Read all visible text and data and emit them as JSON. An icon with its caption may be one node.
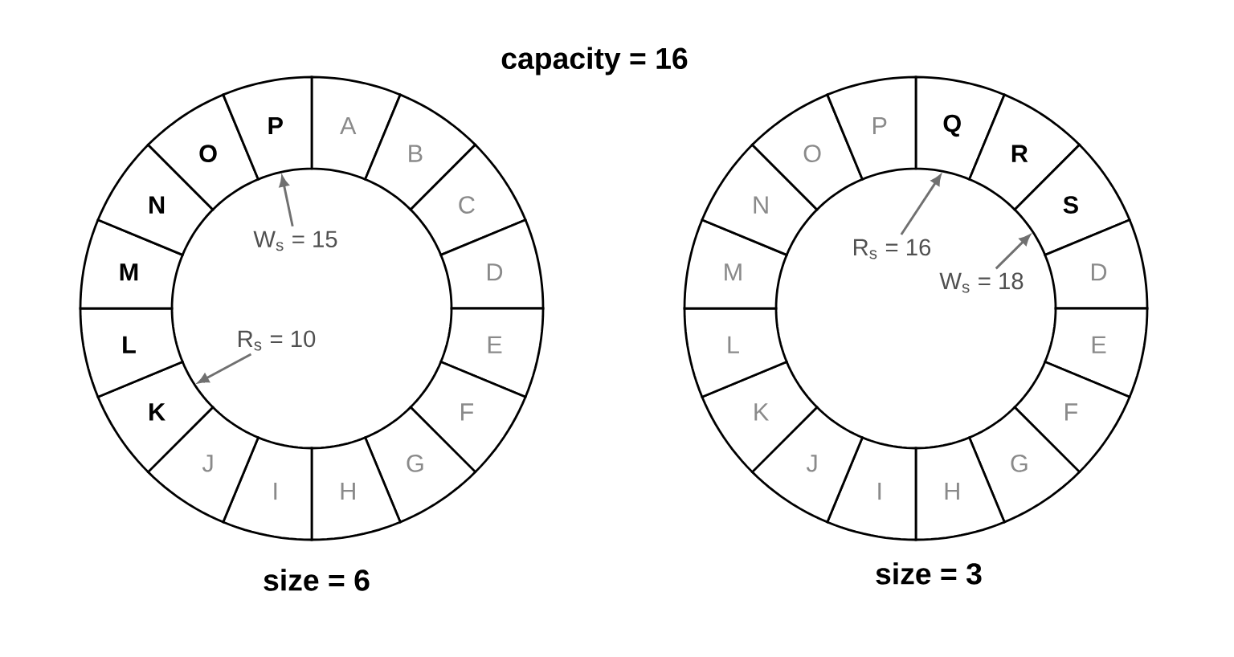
{
  "diagram": {
    "nodes": [
      {
        "text": [
          "A"
        ]
      },
      {
        "text": [
          "B"
        ]
      },
      {
        "text": [
          "C"
        ]
      },
      {
        "text": [
          "D"
        ]
      },
      {
        "text": [
          "E"
        ]
      },
      {
        "text": [
          "F"
        ]
      },
      {
        "text": [
          "G"
        ]
      },
      {
        "text": [
          "H"
        ]
      },
      {
        "text": [
          "I"
        ]
      },
      {
        "text": [
          "J"
        ]
      },
      {
        "text": [
          "K"
        ]
      },
      {
        "text": [
          "L"
        ]
      },
      {
        "text": [
          "M"
        ]
      },
      {
        "text": [
          "N"
        ]
      },
      {
        "text": [
          "O"
        ]
      },
      {
        "text": [
          "P"
        ]
      },
      {
        "text": [
          "W$_{s}$ = 15"
        ]
      },
      {
        "text": [
          "R$_{s}$ = 10"
        ]
      },
      {
        "text": [
          "Q"
        ]
      },
      {
        "text": [
          "R"
        ]
      },
      {
        "text": [
          "S"
        ]
      },
      {
        "text": [
          "D"
        ]
      },
      {
        "text": [
          "E"
        ]
      },
      {
        "text": [
          "F"
        ]
      },
      {
        "text": [
          "G"
        ]
      },
      {
        "text": [
          "H"
        ]
      },
      {
        "text": [
          "I"
        ]
      },
      {
        "text": [
          "J"
        ]
      },
      {
        "text": [
          "K"
        ]
      },
      {
        "text": [
          "L"
        ]
      },
      {
        "text": [
          "M"
        ]
      },
      {
        "text": [
          "N"
        ]
      },
      {
        "text": [
          "O"
        ]
      },
      {
        "text": [
          "P"
        ]
      },
      {
        "text": [
          "R$_{s}$ = 16"
        ]
      },
      {
        "text": [
          "W$_{s}$ = 18"
        ]
      }
    ],
    "edges": [
      {
        "from": 16,
        "to": 15,
        "arrow": "to"
      },
      {
        "from": 17,
        "to": 10,
        "arrow": "to"
      },
      {
        "from": 34,
        "to": 18,
        "arrow": "to"
      },
      {
        "from": 35,
        "to": 20,
        "arrow": "to"
      }
    ],
    "labels": [
      "capacity = 16",
      "size = 6",
      "size = 3"
    ]
  }
}
